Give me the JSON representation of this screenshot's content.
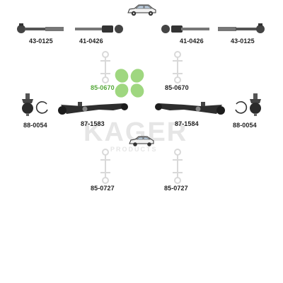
{
  "diagram": {
    "parts": [
      {
        "id": "tie-rod-end-left",
        "part_number": "43-0125",
        "icon": "tie-rod-end-icon"
      },
      {
        "id": "inner-tie-rod-left",
        "part_number": "41-0426",
        "icon": "inner-tie-rod-icon"
      },
      {
        "id": "inner-tie-rod-right",
        "part_number": "41-0426",
        "icon": "inner-tie-rod-icon"
      },
      {
        "id": "tie-rod-end-right",
        "part_number": "43-0125",
        "icon": "tie-rod-end-icon"
      },
      {
        "id": "stabilizer-link-upper-left",
        "part_number": "85-0670",
        "icon": "stabilizer-link-icon"
      },
      {
        "id": "stabilizer-link-upper-right",
        "part_number": "85-0670",
        "icon": "stabilizer-link-icon"
      },
      {
        "id": "ball-joint-left",
        "part_number": "88-0054",
        "icon": "ball-joint-icon"
      },
      {
        "id": "control-arm-left",
        "part_number": "87-1583",
        "icon": "control-arm-icon"
      },
      {
        "id": "control-arm-right",
        "part_number": "87-1584",
        "icon": "control-arm-icon"
      },
      {
        "id": "ball-joint-right",
        "part_number": "88-0054",
        "icon": "ball-joint-icon"
      },
      {
        "id": "stabilizer-link-lower-left",
        "part_number": "85-0727",
        "icon": "stabilizer-link-icon"
      },
      {
        "id": "stabilizer-link-lower-right",
        "part_number": "85-0727",
        "icon": "stabilizer-link-icon"
      }
    ]
  },
  "watermark": {
    "brand": "KAGER",
    "sub": "PRODUCTS",
    "logo_color": "#8fd16a"
  },
  "colors": {
    "label_text": "#222222",
    "highlight_label": "#55a83a",
    "part_metal": "#555555",
    "ghost_part": "#d9d9d9"
  }
}
